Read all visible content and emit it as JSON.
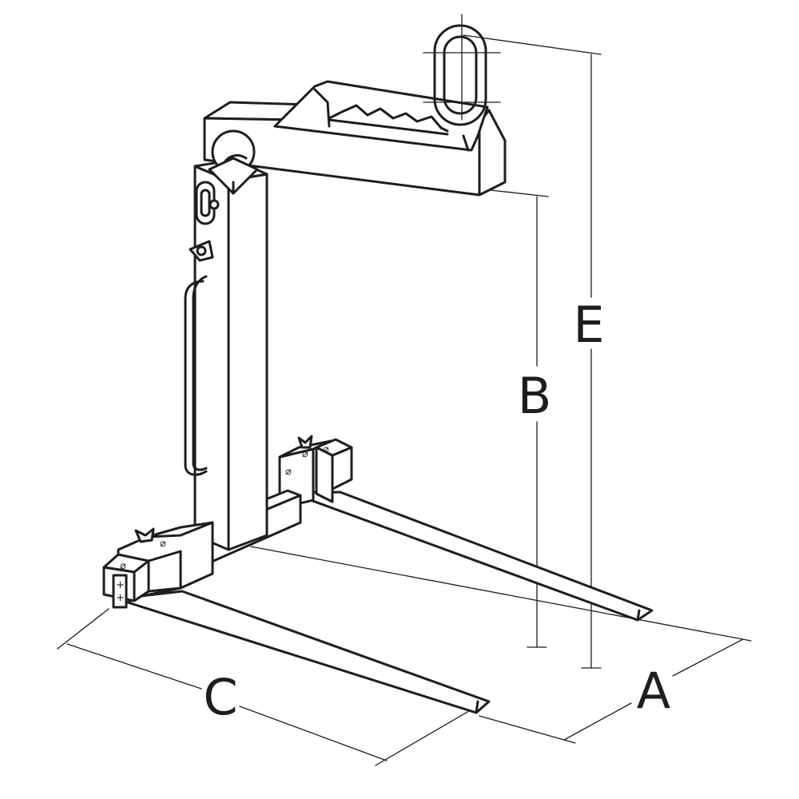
{
  "dimensions": {
    "A": {
      "label": "A"
    },
    "B": {
      "label": "B"
    },
    "C": {
      "label": "C"
    },
    "E": {
      "label": "E"
    }
  },
  "symbols": {
    "lock_mark": "⌀",
    "plus": "+"
  },
  "colors": {
    "line": "#1e1e1e",
    "fill": "#ffffff",
    "background": "#ffffff"
  }
}
